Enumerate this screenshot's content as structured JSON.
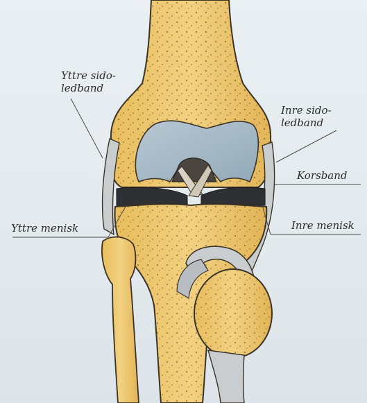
{
  "labels": {
    "yttre_sidoledband": {
      "line1": "Yttre sido-",
      "line2": "ledband"
    },
    "inre_sidoledband": {
      "line1": "Inre sido-",
      "line2": "ledband"
    },
    "korsband": "Korsband",
    "yttre_menisk": "Yttre menisk",
    "inre_menisk": "Inre menisk"
  },
  "colors": {
    "bone": "#ecc66a",
    "bone_shade": "#d9ac4c",
    "cartilage": "#aebfcc",
    "ligament": "#c9cccd",
    "meniscus": "#2f3033",
    "outline": "#3a3226",
    "background": "#e6ecef"
  }
}
